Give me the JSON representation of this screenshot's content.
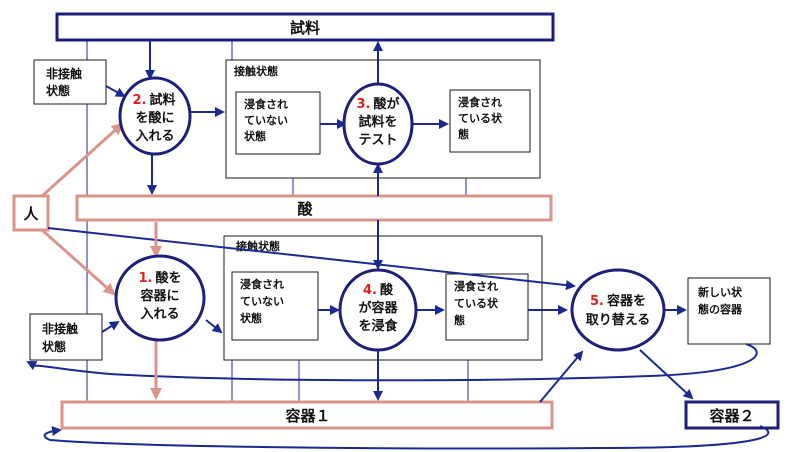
{
  "bars": {
    "sample": "試料",
    "acid": "酸",
    "container1": "容器１",
    "container2": "容器２"
  },
  "person": "人",
  "noncontact_label": [
    "非接触",
    "状態"
  ],
  "contact_label": "接触状態",
  "states": {
    "not_eroded": [
      "浸食され",
      "ていない",
      "状態"
    ],
    "eroded": [
      "浸食され",
      "ている状",
      "態"
    ],
    "new_container": [
      "新しい状",
      "態の容器"
    ]
  },
  "processes": [
    {
      "num": "2.",
      "lines": [
        "試料",
        "を酸に",
        "入れる"
      ]
    },
    {
      "num": "3.",
      "lines": [
        "酸が",
        "試料を",
        "テスト"
      ]
    },
    {
      "num": "1.",
      "lines": [
        "酸を",
        "容器に",
        "入れる"
      ]
    },
    {
      "num": "4.",
      "lines": [
        "酸",
        "が容器",
        "を浸食"
      ]
    },
    {
      "num": "5.",
      "lines": [
        "容器を",
        "取り替える"
      ]
    }
  ],
  "colors": {
    "navy": "#1f1f7a",
    "salmon": "#d9958a",
    "arrow": "#1a2a90"
  }
}
